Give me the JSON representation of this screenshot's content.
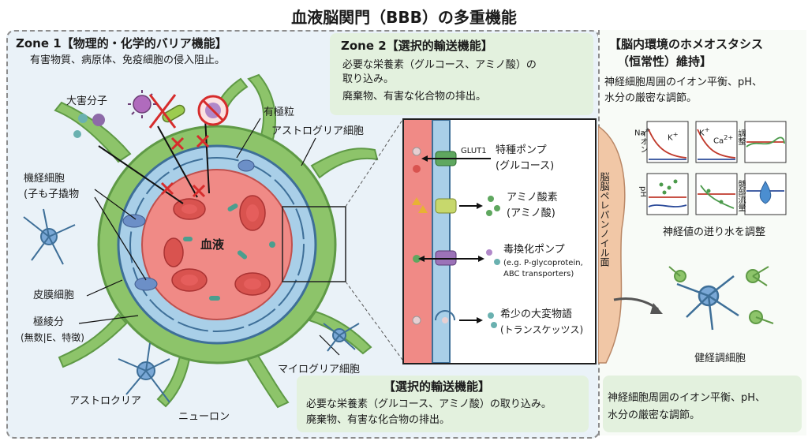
{
  "title": "血液脳関門（BBB）の多重機能",
  "zone1": {
    "heading": "Zone 1【物理的・化学的バリア機能】",
    "desc": "有害物質、病原体、免疫細胞の侵入阻止。",
    "labels": {
      "harmful": "大害分子",
      "pericyte_line1": "機経細胞",
      "pericyte_line2": "(子も子撬物",
      "endothelial": "皮膜細胞",
      "tight_line1": "極綾分",
      "tight_line2": "(無数|E、特徴)",
      "astrocyte_bottom": "アストロクリア",
      "neuron": "ニューロン",
      "granule": "有極粒",
      "astroglia": "アストログリア細胞",
      "microglia": "マイログリア細胞",
      "blood": "血液"
    }
  },
  "zone2": {
    "heading": "Zone 2【選択的輸送機能】",
    "line1": "必要な栄養素（グルコース、アミノ酸）の",
    "line2": "取り込み。",
    "line3": "廃棄物、有害な化合物の排出。",
    "transporters": [
      {
        "main": "特種ポンプ",
        "sub": "(グルコース)",
        "tag": "GLUT1"
      },
      {
        "main": "アミノ酸素",
        "sub": "(アミノ酸)",
        "tag": ""
      },
      {
        "main": "毒換化ポンプ",
        "sub": "(e.g. P-glycoprotein,",
        "sub2": "ABC transporters)",
        "tag": ""
      },
      {
        "main": "希少の大変物語",
        "sub": "(トランスケッツス)",
        "tag": ""
      }
    ],
    "bottom_heading": "【選択的輸送機能】",
    "bottom_line1": "必要な栄養素（グルコース、アミノ酸）の取り込み。",
    "bottom_line2": "廃棄物、有害な化合物の排出。"
  },
  "zone3": {
    "heading_line1": "【脳内環境のホメオスタシス",
    "heading_line2": "（恒常性）維持】",
    "desc_line1": "神経細胞周囲のイオン平衡、pH、",
    "desc_line2": "水分の厳密な調節。",
    "brain_label": "脳脳ペレパンノイル面",
    "graph_caption": "神経値の迸り水を調整",
    "neuron_caption": "健経調細胞",
    "bottom_line1": "神経細胞周囲のイオン平衡、pH、",
    "bottom_line2": "水分の厳密な調節。",
    "graphs": [
      {
        "ylabel": "イオン",
        "lbl_a": "Na",
        "lbl_b": "K",
        "sup_a": "+",
        "sup_b": "+"
      },
      {
        "ylabel": "",
        "lbl_a": "K",
        "lbl_b": "Ca",
        "sup_a": "+",
        "sup_b": "2+"
      },
      {
        "ylabel": "調整",
        "lbl_a": "",
        "lbl_b": "",
        "sup_a": "",
        "sup_b": ""
      },
      {
        "ylabel": "pH",
        "lbl_a": "",
        "lbl_b": "",
        "sup_a": "",
        "sup_b": ""
      },
      {
        "ylabel": "",
        "lbl_a": "",
        "lbl_b": "",
        "sup_a": "",
        "sup_b": ""
      },
      {
        "ylabel": "髄部流量",
        "lbl_a": "",
        "lbl_b": "",
        "sup_a": "",
        "sup_b": ""
      }
    ]
  },
  "colors": {
    "blood": "#f08a86",
    "endothelium": "#a9cfe8",
    "astro": "#8dc46a",
    "zone_green": "#e3f1de",
    "zone_blue": "#eaf2f8",
    "x_red": "#d62c2c"
  }
}
